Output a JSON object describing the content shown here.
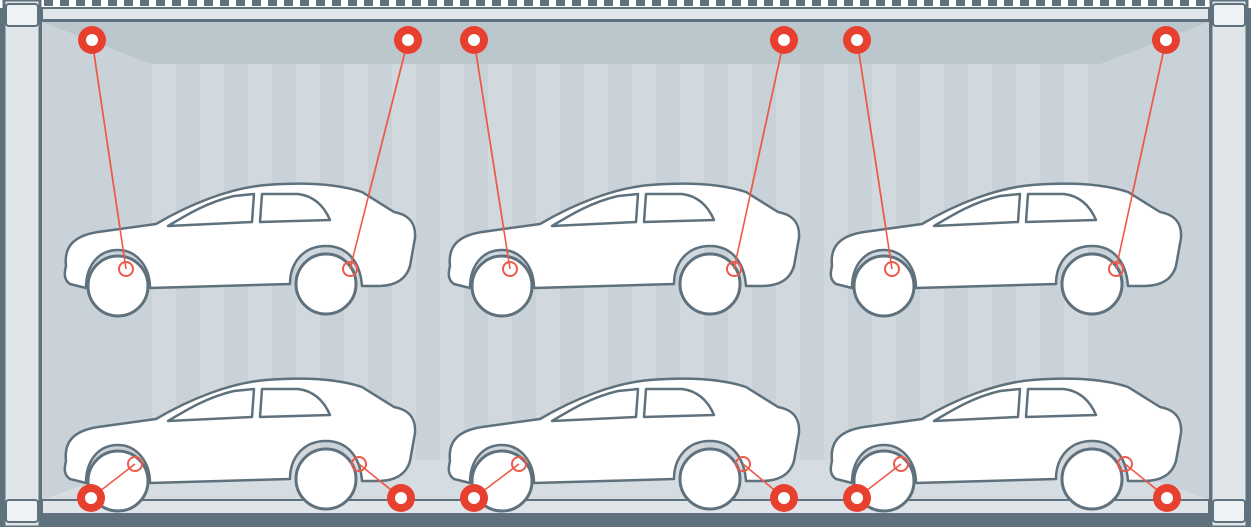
{
  "title": "",
  "colors": {
    "frame": "#5f717d",
    "interior": "#c9d2d8",
    "interior_light": "#d6dde2",
    "ceiling": "#bcc6cd",
    "stripe": "#d1d9de",
    "car_fill": "#ffffff",
    "car_stroke": "#5f717d",
    "strap": "#ee5a4a",
    "anchor": "#e8402f"
  },
  "diagram": {
    "subject": "cars-in-shipping-container",
    "car_rows": 2,
    "cars_per_row": 3,
    "straps_per_car": 2
  }
}
